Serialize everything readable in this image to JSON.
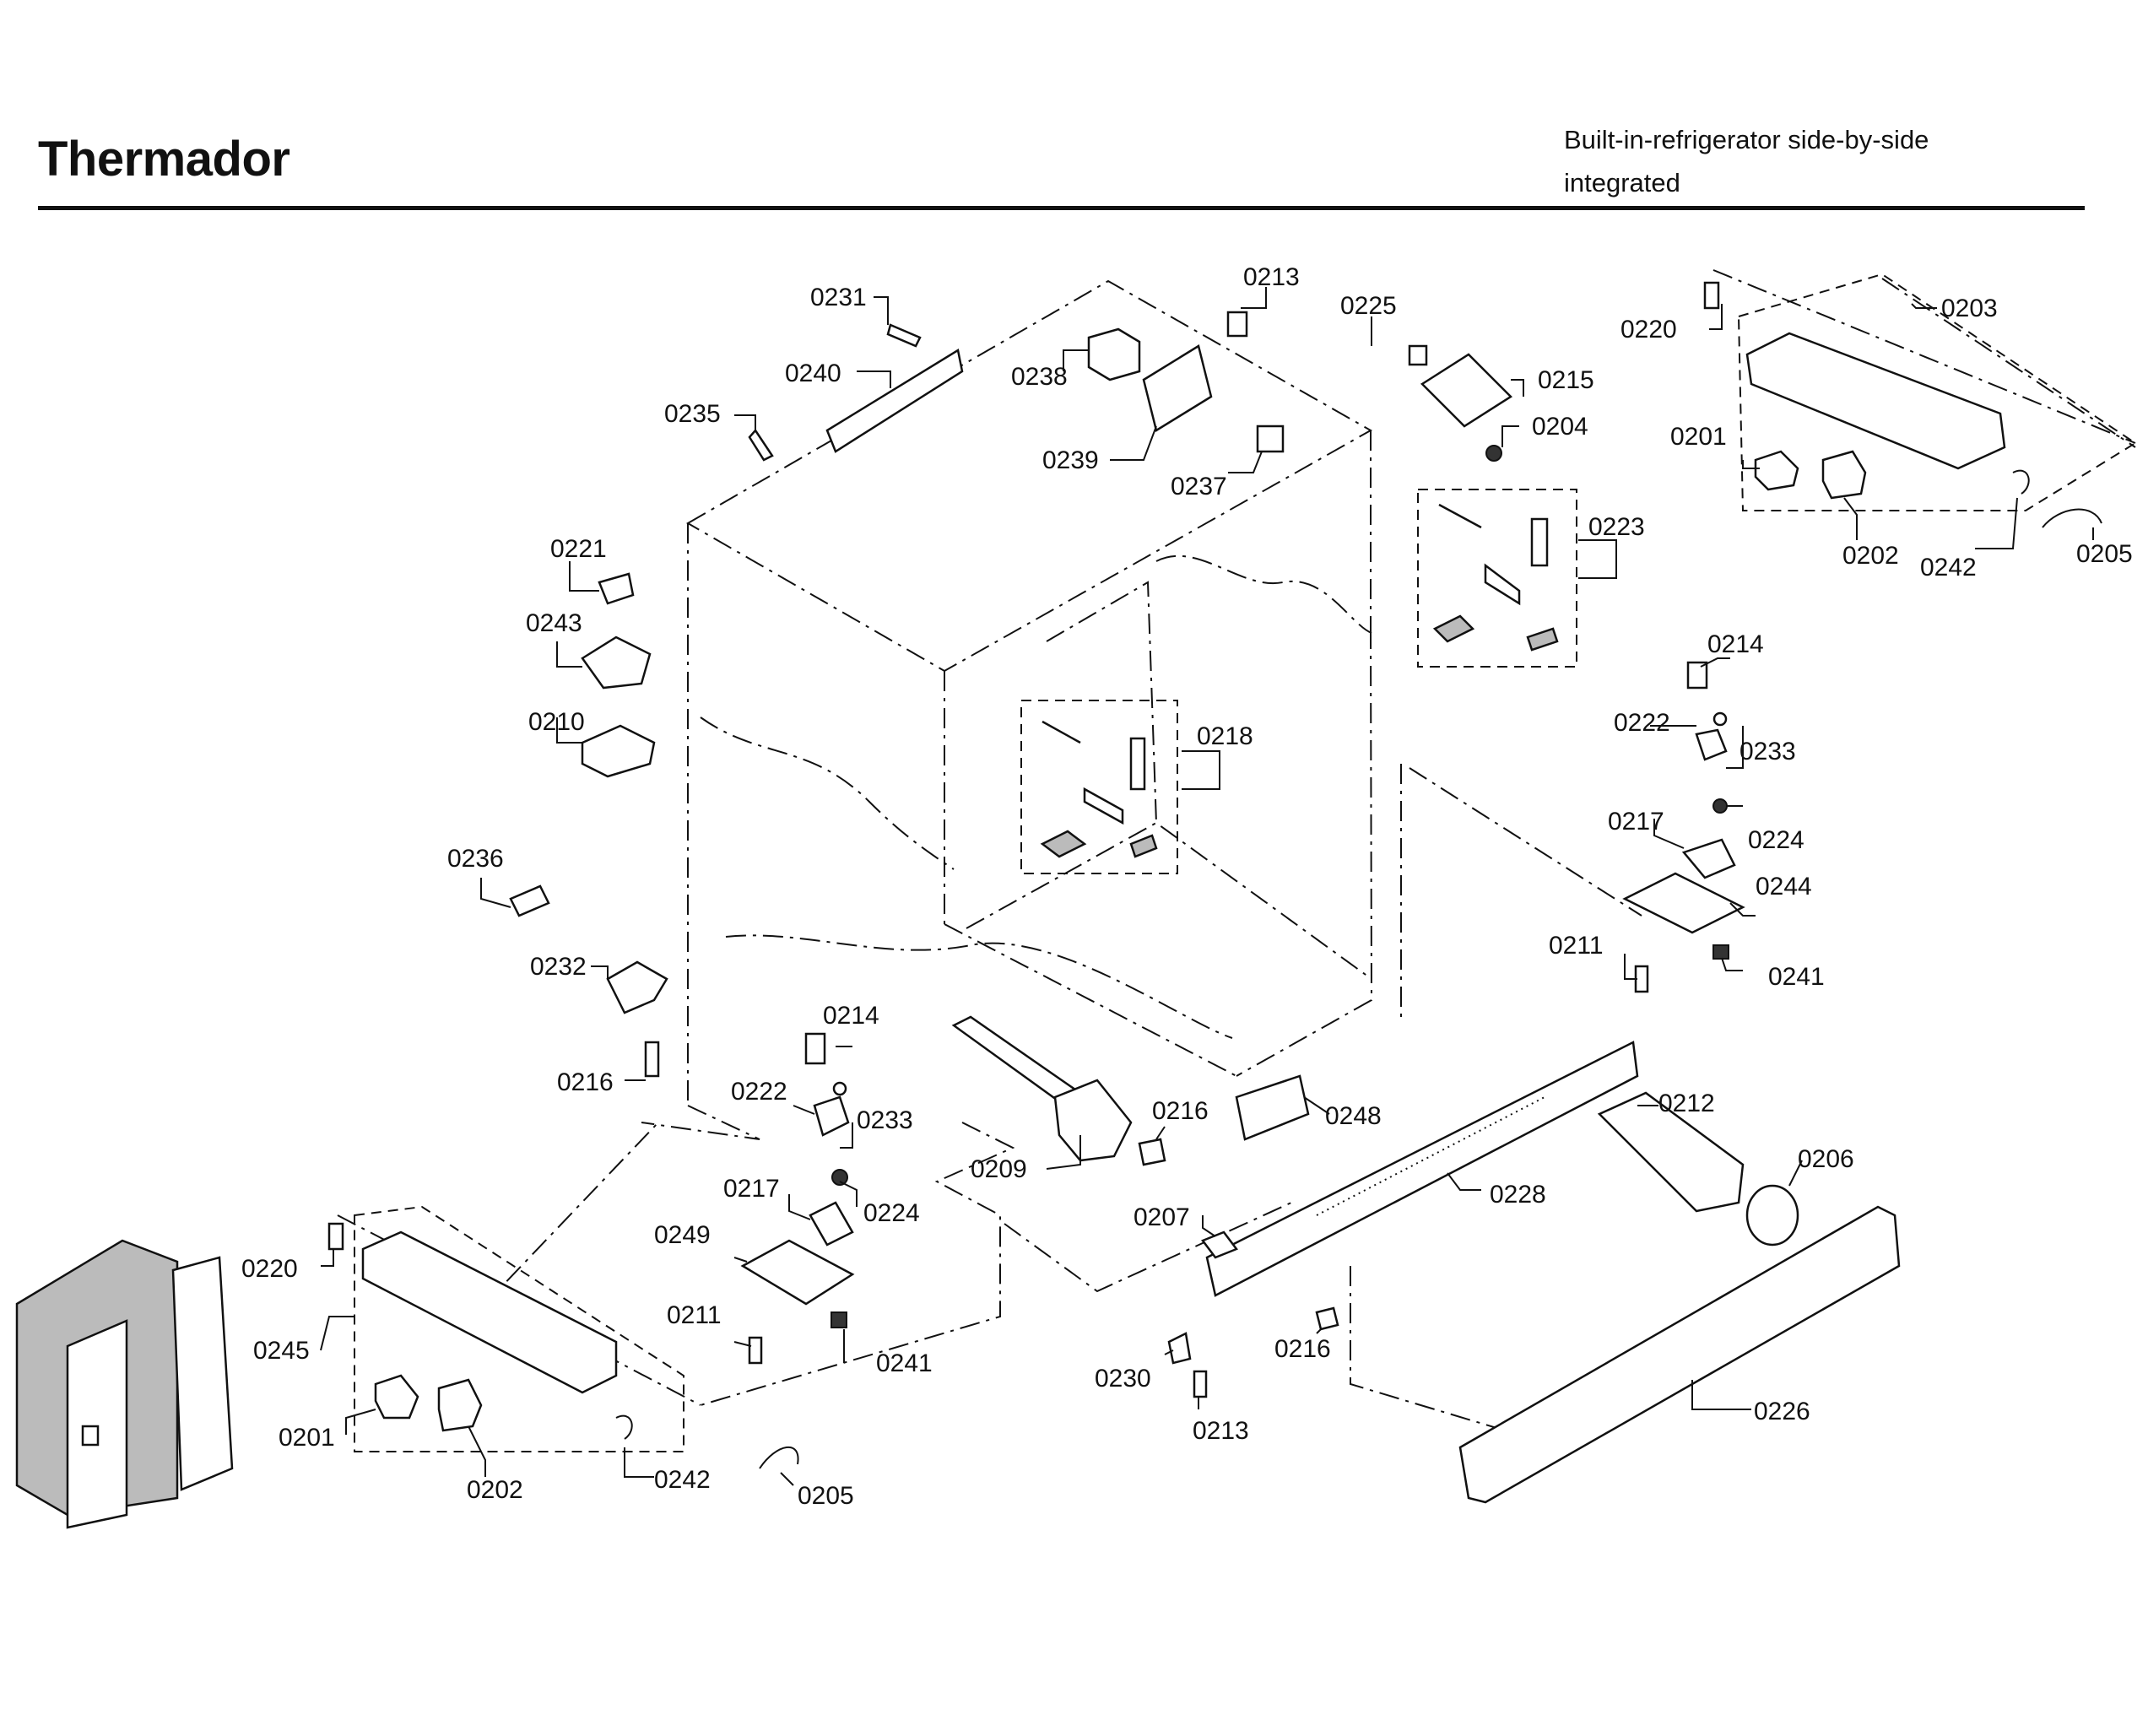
{
  "header": {
    "brand": "Thermador",
    "subtitle_line1": "Built-in-refrigerator side-by-side",
    "subtitle_line2": "integrated"
  },
  "callouts": {
    "c0231": "0231",
    "c0240": "0240",
    "c0235": "0235",
    "c0238": "0238",
    "c0239": "0239",
    "c0237": "0237",
    "c0213a": "0213",
    "c0225": "0225",
    "c0215": "0215",
    "c0204": "0204",
    "c0223": "0223",
    "c0220a": "0220",
    "c0203": "0203",
    "c0201a": "0201",
    "c0202a": "0202",
    "c0242a": "0242",
    "c0205a": "0205",
    "c0221": "0221",
    "c0243": "0243",
    "c0210": "0210",
    "c0218": "0218",
    "c0214a": "0214",
    "c0222a": "0222",
    "c0233a": "0233",
    "c0224a": "0224",
    "c0217a": "0217",
    "c0244": "0244",
    "c0211a": "0211",
    "c0241a": "0241",
    "c0236": "0236",
    "c0232": "0232",
    "c0216a": "0216",
    "c0214b": "0214",
    "c0222b": "0222",
    "c0233b": "0233",
    "c0224b": "0224",
    "c0217b": "0217",
    "c0249": "0249",
    "c0211b": "0211",
    "c0241b": "0241",
    "c0209": "0209",
    "c0216b": "0216",
    "c0248": "0248",
    "c0212": "0212",
    "c0206": "0206",
    "c0228": "0228",
    "c0207": "0207",
    "c0216c": "0216",
    "c0230": "0230",
    "c0213b": "0213",
    "c0226": "0226",
    "c0220b": "0220",
    "c0245": "0245",
    "c0201b": "0201",
    "c0202b": "0202",
    "c0242b": "0242",
    "c0205b": "0205"
  },
  "icons": {
    "refrigerator": "refrigerator-cabinet-icon"
  }
}
